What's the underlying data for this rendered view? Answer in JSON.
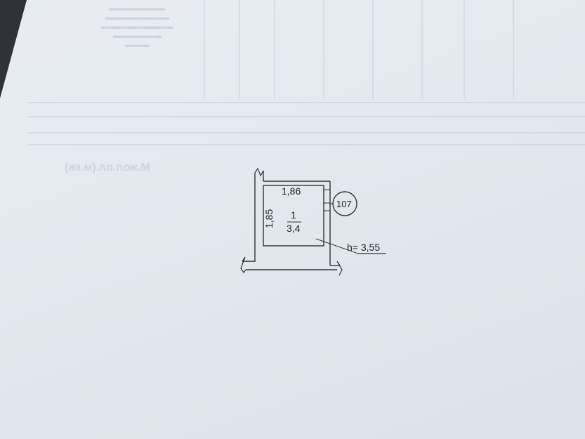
{
  "plan": {
    "width_label": "1,86",
    "height_label": "1,85",
    "room_number": "1",
    "room_area": "3,4",
    "apartment_number": "107",
    "ceiling_height": "h= 3,55"
  },
  "background": {
    "ghost_heading": "М.жол.пл.(м.кв)"
  }
}
